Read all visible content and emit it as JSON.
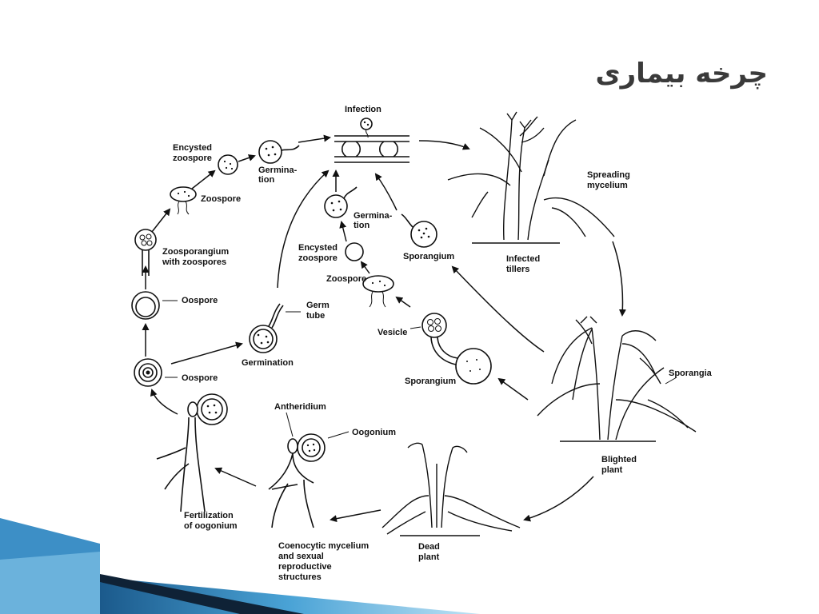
{
  "slide": {
    "title": "چرخه بیماری"
  },
  "diagram": {
    "labels": {
      "infection": "Infection",
      "encysted_zoospore_1": "Encysted\nzoospore",
      "germination_1": "Germina-\ntion",
      "zoospore_1": "Zoospore",
      "zoosporangium": "Zoosporangium\nwith zoospores",
      "oospore_1": "Oospore",
      "oospore_2": "Oospore",
      "germ_tube": "Germ\ntube",
      "germination_2": "Germination",
      "germination_3": "Germina-\ntion",
      "encysted_zoospore_2": "Encysted\nzoospore",
      "sporangium_1": "Sporangium",
      "zoospore_2": "Zoospore",
      "vesicle": "Vesicle",
      "sporangium_2": "Sporangium",
      "spreading_mycelium": "Spreading\nmycelium",
      "infected_tillers": "Infected\ntillers",
      "sporangia": "Sporangia",
      "blighted_plant": "Blighted\nplant",
      "antheridium": "Antheridium",
      "oogonium": "Oogonium",
      "fertilization": "Fertilization\nof oogonium",
      "coenocytic": "Coenocytic mycelium\nand sexual\nreproductive\nstructures",
      "dead_plant": "Dead\nplant"
    }
  }
}
